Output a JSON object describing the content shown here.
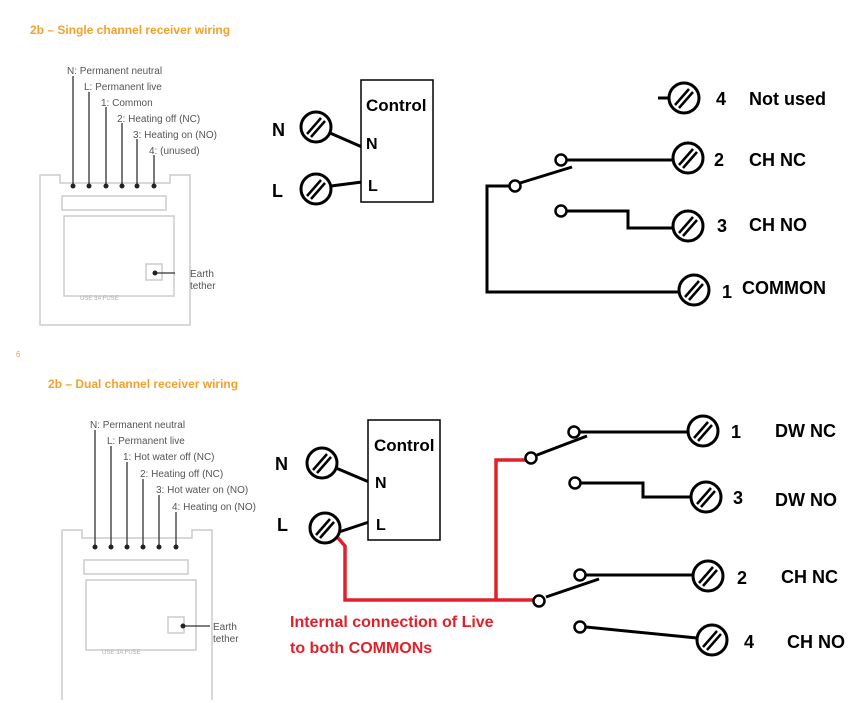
{
  "top": {
    "title": "2b – Single channel receiver wiring",
    "leaders": [
      "N: Permanent neutral",
      "L: Permanent live",
      "1: Common",
      "2: Heating off (NC)",
      "3: Heating on (NO)",
      "4: (unused)"
    ],
    "plate_text": "USE   3A   FUSE",
    "earth": [
      "Earth",
      "tether"
    ],
    "control": {
      "title": "Control",
      "n": "N",
      "l": "L"
    },
    "supply": {
      "n": "N",
      "l": "L"
    },
    "terminals": [
      {
        "num": "4",
        "label": "Not used"
      },
      {
        "num": "2",
        "label": "CH NC"
      },
      {
        "num": "3",
        "label": "CH NO"
      },
      {
        "num": "1",
        "label": "COMMON"
      }
    ]
  },
  "page_number": "6",
  "bottom": {
    "title": "2b – Dual channel receiver wiring",
    "leaders": [
      "N: Permanent neutral",
      "L: Permanent live",
      "1: Hot water off (NC)",
      "2: Heating off (NC)",
      "3: Hot water on (NO)",
      "4: Heating on (NO)"
    ],
    "plate_text": "USE   3A   FUSE",
    "earth": [
      "Earth",
      "tether"
    ],
    "control": {
      "title": "Control",
      "n": "N",
      "l": "L"
    },
    "supply": {
      "n": "N",
      "l": "L"
    },
    "terminals": [
      {
        "num": "1",
        "label": "DW NC"
      },
      {
        "num": "3",
        "label": "DW NO"
      },
      {
        "num": "2",
        "label": "CH NC"
      },
      {
        "num": "4",
        "label": "CH NO"
      }
    ],
    "annotation": [
      "Internal connection of Live",
      "to both COMMONs"
    ]
  },
  "colors": {
    "heading": "#f2a22c",
    "live_internal": "#e0202a",
    "wire": "#000000"
  }
}
